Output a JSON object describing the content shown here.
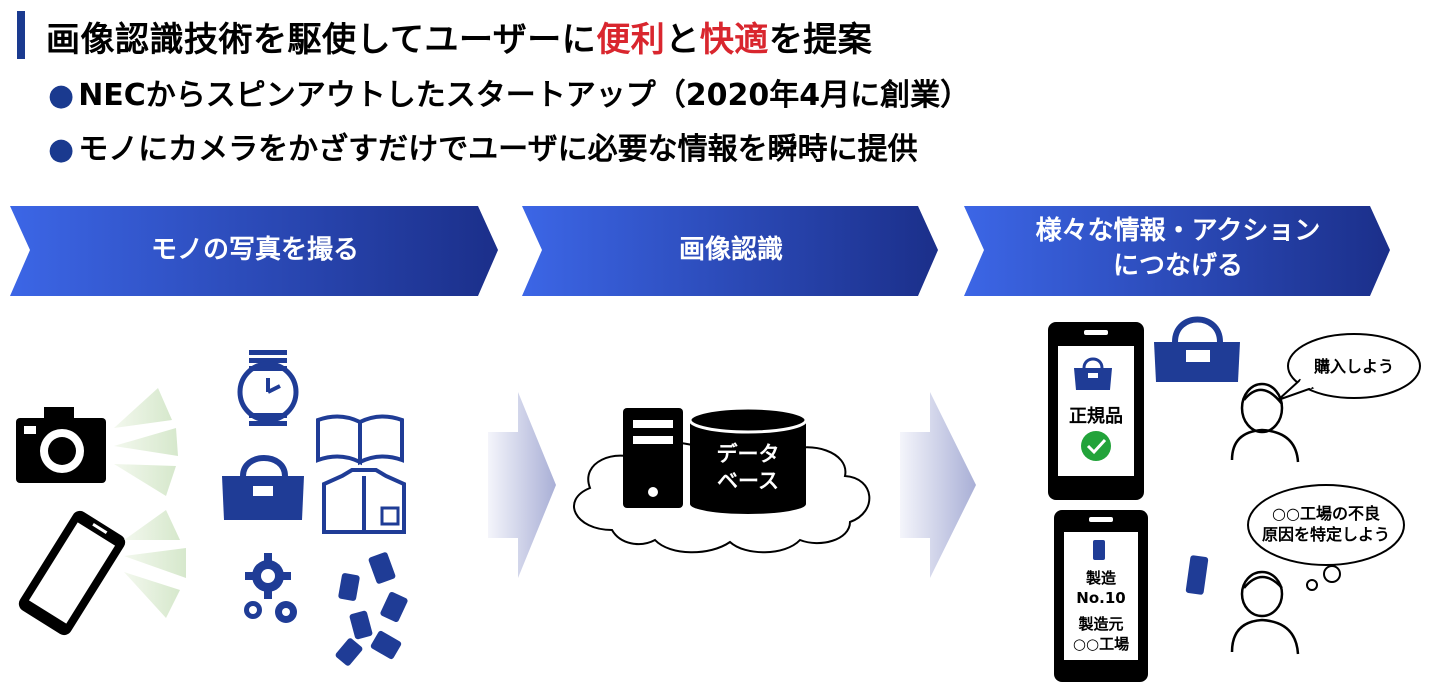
{
  "title": {
    "prefix": "画像認識技術を駆使してユーザーに",
    "word1": "便利",
    "mid": "と",
    "word2": "快適",
    "suffix": "を提案"
  },
  "bullets": [
    "NECからスピンアウトしたスタートアップ（2020年4月に創業）",
    "モノにカメラをかざすだけでユーザに必要な情報を瞬時に提供"
  ],
  "bullet_marker": "●",
  "steps": [
    {
      "label": "モノの写真を撮る"
    },
    {
      "label": "画像認識"
    },
    {
      "label_line1": "様々な情報・アクション",
      "label_line2": "につなげる"
    }
  ],
  "database": {
    "line1": "データ",
    "line2": "ベース"
  },
  "phone1": {
    "label": "正規品"
  },
  "phone2": {
    "line1": "製造",
    "line2": "No.10",
    "line3": "製造元",
    "line4": "○○工場"
  },
  "bubble1": {
    "text": "購入しよう"
  },
  "bubble2": {
    "line1": "○○工場の不良",
    "line2": "原因を特定しよう"
  },
  "colors": {
    "navy": "#1a3a8f",
    "red": "#d9262e",
    "icon_blue": "#1f3c96",
    "check_green": "#22a33a"
  }
}
